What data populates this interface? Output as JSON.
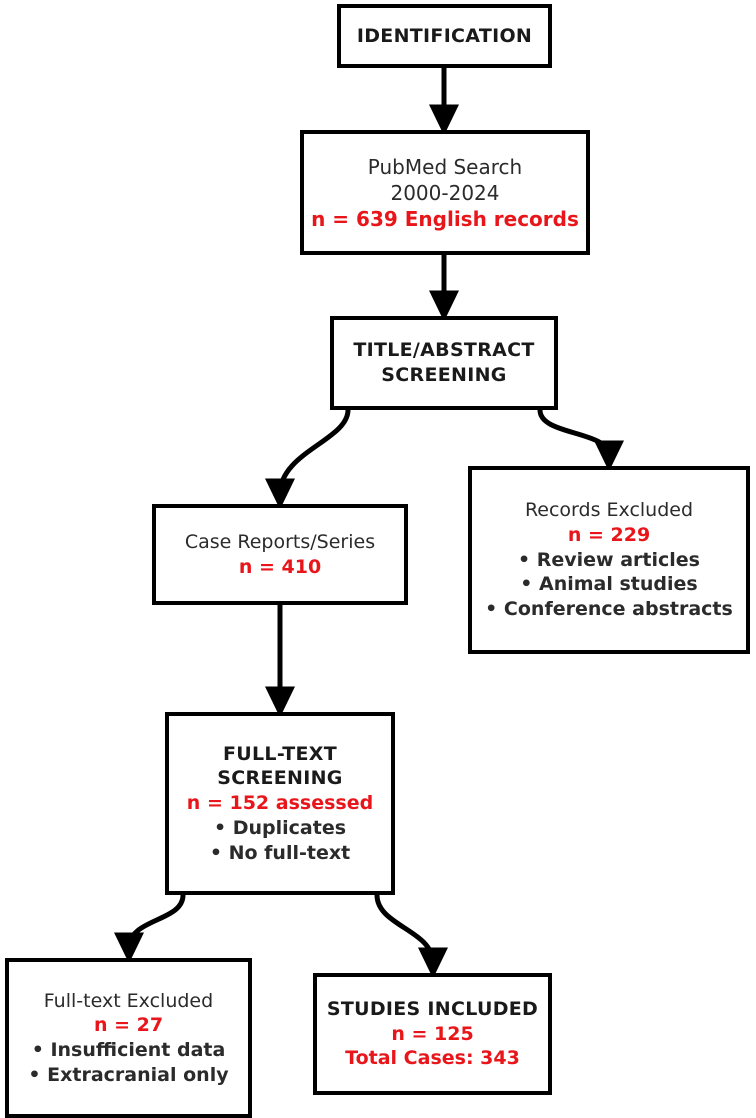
{
  "diagram": {
    "title": "PRISMA study selection flow diagram",
    "colors": {
      "stroke": "#000000",
      "text": "#2b2b2b",
      "accent_red": "#e8161a",
      "background": "#ffffff"
    },
    "nodes": {
      "identification": {
        "lines": [
          {
            "text": "IDENTIFICATION",
            "style": "upper-bold"
          }
        ]
      },
      "pubmed_search": {
        "lines": [
          {
            "text": "PubMed Search",
            "style": "plain"
          },
          {
            "text": "2000-2024",
            "style": "plain"
          },
          {
            "text": "n = 639 English records",
            "style": "red"
          }
        ]
      },
      "title_abstract_screening": {
        "lines": [
          {
            "text": "TITLE/ABSTRACT",
            "style": "upper-bold"
          },
          {
            "text": "SCREENING",
            "style": "upper-bold"
          }
        ]
      },
      "records_excluded": {
        "lines": [
          {
            "text": "Records Excluded",
            "style": "plain"
          },
          {
            "text": "n = 229",
            "style": "red"
          },
          {
            "text": "• Review articles",
            "style": "bullet"
          },
          {
            "text": "• Animal studies",
            "style": "bullet"
          },
          {
            "text": "• Conference abstracts",
            "style": "bullet"
          }
        ]
      },
      "case_reports": {
        "lines": [
          {
            "text": "Case Reports/Series",
            "style": "plain"
          },
          {
            "text": "n = 410",
            "style": "red"
          }
        ]
      },
      "fulltext_screening": {
        "lines": [
          {
            "text": "FULL-TEXT",
            "style": "upper-bold"
          },
          {
            "text": "SCREENING",
            "style": "upper-bold"
          },
          {
            "text": "n = 152 assessed",
            "style": "red"
          },
          {
            "text": "• Duplicates",
            "style": "bullet"
          },
          {
            "text": "• No full-text",
            "style": "bullet"
          }
        ]
      },
      "fulltext_excluded": {
        "lines": [
          {
            "text": "Full-text Excluded",
            "style": "plain"
          },
          {
            "text": "n = 27",
            "style": "red"
          },
          {
            "text": "• Insufficient data",
            "style": "bullet"
          },
          {
            "text": "• Extracranial only",
            "style": "bullet"
          }
        ]
      },
      "studies_included": {
        "lines": [
          {
            "text": "STUDIES INCLUDED",
            "style": "upper-bold"
          },
          {
            "text": "n = 125",
            "style": "red"
          },
          {
            "text": "Total Cases: 343",
            "style": "red"
          }
        ]
      }
    },
    "connectors": [
      {
        "name": "identification-to-pubmed",
        "from": "identification",
        "to": "pubmed_search",
        "kind": "straight-down"
      },
      {
        "name": "pubmed-to-title-abstract",
        "from": "pubmed_search",
        "to": "title_abstract_screening",
        "kind": "straight-down"
      },
      {
        "name": "title-abstract-to-case-reports",
        "from": "title_abstract_screening",
        "to": "case_reports",
        "kind": "curve-left-down"
      },
      {
        "name": "title-abstract-to-records-excluded",
        "from": "title_abstract_screening",
        "to": "records_excluded",
        "kind": "curve-right-down"
      },
      {
        "name": "case-reports-to-fulltext-screening",
        "from": "case_reports",
        "to": "fulltext_screening",
        "kind": "straight-down"
      },
      {
        "name": "fulltext-screening-to-fulltext-excluded",
        "from": "fulltext_screening",
        "to": "fulltext_excluded",
        "kind": "curve-left-down"
      },
      {
        "name": "fulltext-screening-to-studies-included",
        "from": "fulltext_screening",
        "to": "studies_included",
        "kind": "curve-right-down"
      }
    ]
  }
}
